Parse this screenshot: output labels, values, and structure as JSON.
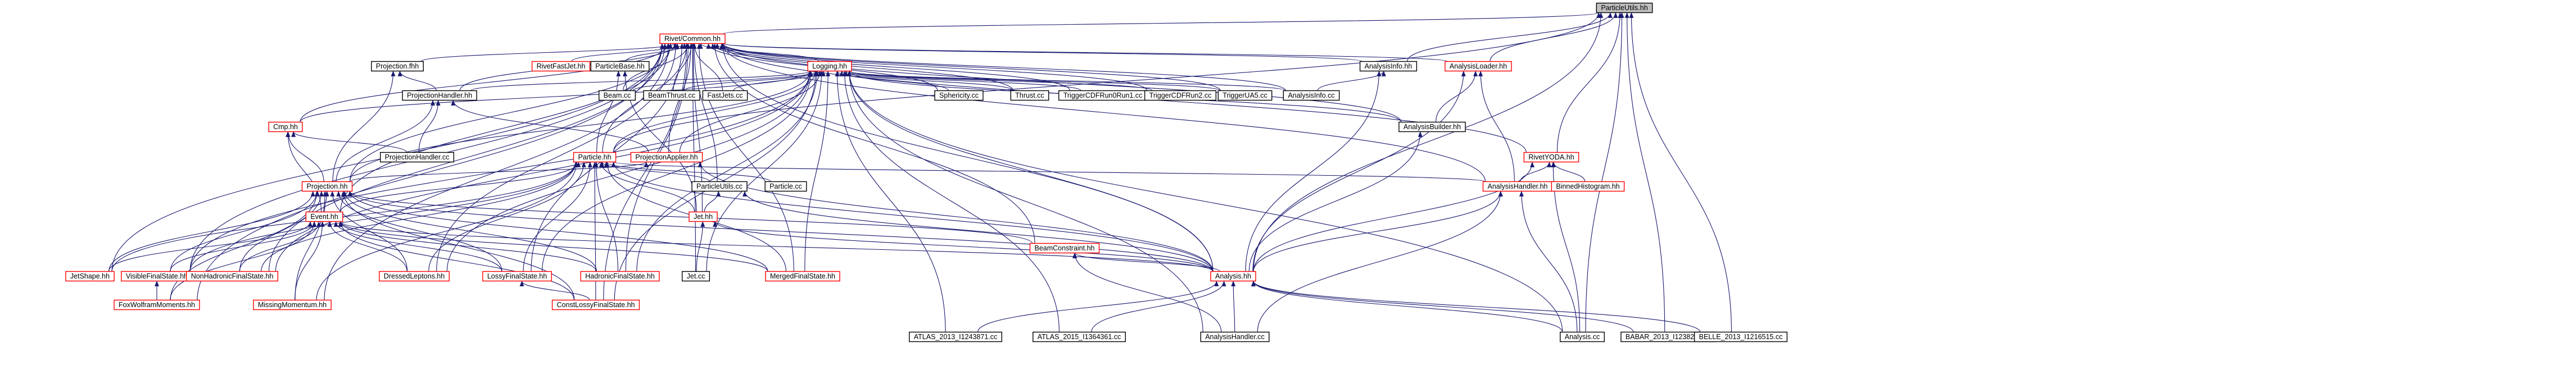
{
  "diagram": {
    "type": "include-dependency-graph",
    "colors": {
      "edge": "#191970",
      "node_border_documented": "#000000",
      "node_border_undocumented": "#ff0000",
      "root_fill": "#bfbfbf",
      "background": "#ffffff"
    },
    "nodes": [
      {
        "id": "ParticleUtils_hh",
        "label": "ParticleUtils.hh",
        "style": "root"
      },
      {
        "id": "RivetCommon_hh",
        "label": "Rivet/Common.hh",
        "style": "red"
      },
      {
        "id": "Projection_fhh",
        "label": "Projection.fhh",
        "style": "black"
      },
      {
        "id": "RivetFastJet_hh",
        "label": "RivetFastJet.hh",
        "style": "red"
      },
      {
        "id": "ParticleBase_hh",
        "label": "ParticleBase.hh",
        "style": "black"
      },
      {
        "id": "Logging_hh",
        "label": "Logging.hh",
        "style": "red"
      },
      {
        "id": "AnalysisInfo_hh",
        "label": "AnalysisInfo.hh",
        "style": "black"
      },
      {
        "id": "AnalysisLoader_hh",
        "label": "AnalysisLoader.hh",
        "style": "red"
      },
      {
        "id": "Cmp_hh",
        "label": "Cmp.hh",
        "style": "red"
      },
      {
        "id": "ProjectionHandler_hh",
        "label": "ProjectionHandler.hh",
        "style": "black"
      },
      {
        "id": "Beam_cc",
        "label": "Beam.cc",
        "style": "black"
      },
      {
        "id": "BeamThrust_cc",
        "label": "BeamThrust.cc",
        "style": "black"
      },
      {
        "id": "FastJets_cc",
        "label": "FastJets.cc",
        "style": "black"
      },
      {
        "id": "Sphericity_cc",
        "label": "Sphericity.cc",
        "style": "black"
      },
      {
        "id": "Thrust_cc",
        "label": "Thrust.cc",
        "style": "black"
      },
      {
        "id": "TriggerCDFRun0Run1_cc",
        "label": "TriggerCDFRun0Run1.cc",
        "style": "black"
      },
      {
        "id": "TriggerCDFRun2_cc",
        "label": "TriggerCDFRun2.cc",
        "style": "black"
      },
      {
        "id": "TriggerUA5_cc",
        "label": "TriggerUA5.cc",
        "style": "black"
      },
      {
        "id": "AnalysisInfo_cc",
        "label": "AnalysisInfo.cc",
        "style": "black"
      },
      {
        "id": "AnalysisBuilder_hh",
        "label": "AnalysisBuilder.hh",
        "style": "black"
      },
      {
        "id": "RivetYODA_hh",
        "label": "RivetYODA.hh",
        "style": "red"
      },
      {
        "id": "ProjectionHandler_cc",
        "label": "ProjectionHandler.cc",
        "style": "black"
      },
      {
        "id": "Particle_hh",
        "label": "Particle.hh",
        "style": "red"
      },
      {
        "id": "ProjectionApplier_hh",
        "label": "ProjectionApplier.hh",
        "style": "red"
      },
      {
        "id": "ParticleUtils_cc",
        "label": "ParticleUtils.cc",
        "style": "black"
      },
      {
        "id": "Particle_cc",
        "label": "Particle.cc",
        "style": "black"
      },
      {
        "id": "AnalysisHandler_hh",
        "label": "AnalysisHandler.hh",
        "style": "red"
      },
      {
        "id": "BinnedHistogram_hh",
        "label": "BinnedHistogram.hh",
        "style": "red"
      },
      {
        "id": "Projection_hh",
        "label": "Projection.hh",
        "style": "red"
      },
      {
        "id": "Event_hh",
        "label": "Event.hh",
        "style": "red"
      },
      {
        "id": "Jet_hh",
        "label": "Jet.hh",
        "style": "red"
      },
      {
        "id": "BeamConstraint_hh",
        "label": "BeamConstraint.hh",
        "style": "red"
      },
      {
        "id": "JetShape_hh",
        "label": "JetShape.hh",
        "style": "red"
      },
      {
        "id": "VisibleFinalState_hh",
        "label": "VisibleFinalState.hh",
        "style": "red"
      },
      {
        "id": "NonHadronicFinalState_hh",
        "label": "NonHadronicFinalState.hh",
        "style": "red"
      },
      {
        "id": "DressedLeptons_hh",
        "label": "DressedLeptons.hh",
        "style": "red"
      },
      {
        "id": "LossyFinalState_hh",
        "label": "LossyFinalState.hh",
        "style": "red"
      },
      {
        "id": "HadronicFinalState_hh",
        "label": "HadronicFinalState.hh",
        "style": "red"
      },
      {
        "id": "Jet_cc",
        "label": "Jet.cc",
        "style": "black"
      },
      {
        "id": "MergedFinalState_hh",
        "label": "MergedFinalState.hh",
        "style": "red"
      },
      {
        "id": "Analysis_hh",
        "label": "Analysis.hh",
        "style": "red"
      },
      {
        "id": "FoxWolframMoments_hh",
        "label": "FoxWolframMoments.hh",
        "style": "red"
      },
      {
        "id": "MissingMomentum_hh",
        "label": "MissingMomentum.hh",
        "style": "red"
      },
      {
        "id": "ConstLossyFinalState_hh",
        "label": "ConstLossyFinalState.hh",
        "style": "red"
      },
      {
        "id": "ATLAS_2013_I1243871_cc",
        "label": "ATLAS_2013_I1243871.cc",
        "style": "black"
      },
      {
        "id": "ATLAS_2015_I1364361_cc",
        "label": "ATLAS_2015_I1364361.cc",
        "style": "black"
      },
      {
        "id": "AnalysisHandler_cc",
        "label": "AnalysisHandler.cc",
        "style": "black"
      },
      {
        "id": "Analysis_cc",
        "label": "Analysis.cc",
        "style": "black"
      },
      {
        "id": "BABAR_2013_I1238276_cc",
        "label": "BABAR_2013_I1238276.cc",
        "style": "black"
      },
      {
        "id": "BELLE_2013_I1216515_cc",
        "label": "BELLE_2013_I1216515.cc",
        "style": "black"
      }
    ],
    "edges": [
      [
        "RivetCommon_hh",
        "ParticleUtils_hh"
      ],
      [
        "Particle_hh",
        "ParticleUtils_hh"
      ],
      [
        "Analysis_hh",
        "ParticleUtils_hh"
      ],
      [
        "AnalysisLoader_hh",
        "ParticleUtils_hh"
      ],
      [
        "AnalysisInfo_hh",
        "ParticleUtils_hh"
      ],
      [
        "RivetYODA_hh",
        "ParticleUtils_hh"
      ],
      [
        "Analysis_cc",
        "ParticleUtils_hh"
      ],
      [
        "BABAR_2013_I1238276_cc",
        "ParticleUtils_hh"
      ],
      [
        "BELLE_2013_I1216515_cc",
        "ParticleUtils_hh"
      ],
      [
        "Projection_fhh",
        "RivetCommon_hh"
      ],
      [
        "RivetFastJet_hh",
        "RivetCommon_hh"
      ],
      [
        "ParticleBase_hh",
        "RivetCommon_hh"
      ],
      [
        "Logging_hh",
        "RivetCommon_hh"
      ],
      [
        "AnalysisInfo_hh",
        "RivetCommon_hh"
      ],
      [
        "AnalysisLoader_hh",
        "RivetCommon_hh"
      ],
      [
        "Cmp_hh",
        "RivetCommon_hh"
      ],
      [
        "ProjectionHandler_hh",
        "RivetCommon_hh"
      ],
      [
        "Beam_cc",
        "RivetCommon_hh"
      ],
      [
        "BeamThrust_cc",
        "RivetCommon_hh"
      ],
      [
        "FastJets_cc",
        "RivetCommon_hh"
      ],
      [
        "Sphericity_cc",
        "RivetCommon_hh"
      ],
      [
        "Thrust_cc",
        "RivetCommon_hh"
      ],
      [
        "TriggerCDFRun0Run1_cc",
        "RivetCommon_hh"
      ],
      [
        "TriggerCDFRun2_cc",
        "RivetCommon_hh"
      ],
      [
        "TriggerUA5_cc",
        "RivetCommon_hh"
      ],
      [
        "AnalysisInfo_cc",
        "RivetCommon_hh"
      ],
      [
        "AnalysisBuilder_hh",
        "RivetCommon_hh"
      ],
      [
        "RivetYODA_hh",
        "RivetCommon_hh"
      ],
      [
        "Particle_hh",
        "RivetCommon_hh"
      ],
      [
        "ProjectionApplier_hh",
        "RivetCommon_hh"
      ],
      [
        "Projection_hh",
        "RivetCommon_hh"
      ],
      [
        "Event_hh",
        "RivetCommon_hh"
      ],
      [
        "JetShape_hh",
        "RivetCommon_hh"
      ],
      [
        "VisibleFinalState_hh",
        "RivetCommon_hh"
      ],
      [
        "NonHadronicFinalState_hh",
        "RivetCommon_hh"
      ],
      [
        "DressedLeptons_hh",
        "RivetCommon_hh"
      ],
      [
        "LossyFinalState_hh",
        "RivetCommon_hh"
      ],
      [
        "HadronicFinalState_hh",
        "RivetCommon_hh"
      ],
      [
        "Jet_cc",
        "RivetCommon_hh"
      ],
      [
        "MergedFinalState_hh",
        "RivetCommon_hh"
      ],
      [
        "Analysis_hh",
        "RivetCommon_hh"
      ],
      [
        "FoxWolframMoments_hh",
        "RivetCommon_hh"
      ],
      [
        "MissingMomentum_hh",
        "RivetCommon_hh"
      ],
      [
        "ConstLossyFinalState_hh",
        "RivetCommon_hh"
      ],
      [
        "BeamConstraint_hh",
        "RivetCommon_hh"
      ],
      [
        "Jet_hh",
        "RivetCommon_hh"
      ],
      [
        "ParticleUtils_cc",
        "RivetCommon_hh"
      ],
      [
        "AnalysisHandler_hh",
        "RivetCommon_hh"
      ],
      [
        "Cmp_hh",
        "Logging_hh"
      ],
      [
        "ProjectionHandler_hh",
        "Logging_hh"
      ],
      [
        "Beam_cc",
        "Logging_hh"
      ],
      [
        "BeamThrust_cc",
        "Logging_hh"
      ],
      [
        "FastJets_cc",
        "Logging_hh"
      ],
      [
        "Sphericity_cc",
        "Logging_hh"
      ],
      [
        "Thrust_cc",
        "Logging_hh"
      ],
      [
        "TriggerCDFRun0Run1_cc",
        "Logging_hh"
      ],
      [
        "TriggerCDFRun2_cc",
        "Logging_hh"
      ],
      [
        "TriggerUA5_cc",
        "Logging_hh"
      ],
      [
        "AnalysisInfo_cc",
        "Logging_hh"
      ],
      [
        "AnalysisBuilder_hh",
        "Logging_hh"
      ],
      [
        "Particle_hh",
        "Logging_hh"
      ],
      [
        "ProjectionApplier_hh",
        "Logging_hh"
      ],
      [
        "Projection_hh",
        "Logging_hh"
      ],
      [
        "VisibleFinalState_hh",
        "Logging_hh"
      ],
      [
        "NonHadronicFinalState_hh",
        "Logging_hh"
      ],
      [
        "DressedLeptons_hh",
        "Logging_hh"
      ],
      [
        "LossyFinalState_hh",
        "Logging_hh"
      ],
      [
        "HadronicFinalState_hh",
        "Logging_hh"
      ],
      [
        "Jet_cc",
        "Logging_hh"
      ],
      [
        "MergedFinalState_hh",
        "Logging_hh"
      ],
      [
        "Analysis_hh",
        "Logging_hh"
      ],
      [
        "ConstLossyFinalState_hh",
        "Logging_hh"
      ],
      [
        "ATLAS_2013_I1243871_cc",
        "Logging_hh"
      ],
      [
        "ATLAS_2015_I1364361_cc",
        "Logging_hh"
      ],
      [
        "AnalysisHandler_cc",
        "Logging_hh"
      ],
      [
        "Analysis_cc",
        "Logging_hh"
      ],
      [
        "ProjectionHandler_hh",
        "Projection_fhh"
      ],
      [
        "Projection_hh",
        "Projection_fhh"
      ],
      [
        "Particle_hh",
        "ParticleBase_hh"
      ],
      [
        "Jet_hh",
        "ParticleBase_hh"
      ],
      [
        "ProjectionHandler_cc",
        "Cmp_hh"
      ],
      [
        "Projection_hh",
        "Cmp_hh"
      ],
      [
        "Event_hh",
        "Cmp_hh"
      ],
      [
        "ProjectionHandler_cc",
        "ProjectionHandler_hh"
      ],
      [
        "ProjectionApplier_hh",
        "ProjectionHandler_hh"
      ],
      [
        "Projection_hh",
        "ProjectionHandler_hh"
      ],
      [
        "Analysis_hh",
        "AnalysisInfo_hh"
      ],
      [
        "AnalysisInfo_cc",
        "AnalysisInfo_hh"
      ],
      [
        "AnalysisBuilder_hh",
        "AnalysisLoader_hh"
      ],
      [
        "AnalysisHandler_hh",
        "AnalysisLoader_hh"
      ],
      [
        "Analysis_hh",
        "AnalysisLoader_hh"
      ],
      [
        "Analysis_hh",
        "AnalysisBuilder_hh"
      ],
      [
        "AnalysisHandler_hh",
        "RivetYODA_hh"
      ],
      [
        "BinnedHistogram_hh",
        "RivetYODA_hh"
      ],
      [
        "Analysis_hh",
        "RivetYODA_hh"
      ],
      [
        "Analysis_cc",
        "RivetYODA_hh"
      ],
      [
        "Projection_hh",
        "ProjectionApplier_hh"
      ],
      [
        "Analysis_hh",
        "ProjectionApplier_hh"
      ],
      [
        "ParticleUtils_cc",
        "Particle_hh"
      ],
      [
        "Particle_cc",
        "Particle_hh"
      ],
      [
        "Event_hh",
        "Particle_hh"
      ],
      [
        "Jet_hh",
        "Particle_hh"
      ],
      [
        "JetShape_hh",
        "Particle_hh"
      ],
      [
        "VisibleFinalState_hh",
        "Particle_hh"
      ],
      [
        "NonHadronicFinalState_hh",
        "Particle_hh"
      ],
      [
        "DressedLeptons_hh",
        "Particle_hh"
      ],
      [
        "LossyFinalState_hh",
        "Particle_hh"
      ],
      [
        "HadronicFinalState_hh",
        "Particle_hh"
      ],
      [
        "MergedFinalState_hh",
        "Particle_hh"
      ],
      [
        "Analysis_hh",
        "Particle_hh"
      ],
      [
        "MissingMomentum_hh",
        "Particle_hh"
      ],
      [
        "ConstLossyFinalState_hh",
        "Particle_hh"
      ],
      [
        "AnalysisHandler_hh",
        "Particle_hh"
      ],
      [
        "Jet_hh",
        "ParticleUtils_cc"
      ],
      [
        "Analysis_hh",
        "ParticleUtils_cc"
      ],
      [
        "Event_hh",
        "Projection_hh"
      ],
      [
        "JetShape_hh",
        "Projection_hh"
      ],
      [
        "VisibleFinalState_hh",
        "Projection_hh"
      ],
      [
        "NonHadronicFinalState_hh",
        "Projection_hh"
      ],
      [
        "DressedLeptons_hh",
        "Projection_hh"
      ],
      [
        "LossyFinalState_hh",
        "Projection_hh"
      ],
      [
        "HadronicFinalState_hh",
        "Projection_hh"
      ],
      [
        "MergedFinalState_hh",
        "Projection_hh"
      ],
      [
        "Analysis_hh",
        "Projection_hh"
      ],
      [
        "FoxWolframMoments_hh",
        "Projection_hh"
      ],
      [
        "MissingMomentum_hh",
        "Projection_hh"
      ],
      [
        "ConstLossyFinalState_hh",
        "Projection_hh"
      ],
      [
        "BeamConstraint_hh",
        "Projection_hh"
      ],
      [
        "JetShape_hh",
        "Event_hh"
      ],
      [
        "VisibleFinalState_hh",
        "Event_hh"
      ],
      [
        "NonHadronicFinalState_hh",
        "Event_hh"
      ],
      [
        "DressedLeptons_hh",
        "Event_hh"
      ],
      [
        "LossyFinalState_hh",
        "Event_hh"
      ],
      [
        "HadronicFinalState_hh",
        "Event_hh"
      ],
      [
        "MergedFinalState_hh",
        "Event_hh"
      ],
      [
        "Analysis_hh",
        "Event_hh"
      ],
      [
        "FoxWolframMoments_hh",
        "Event_hh"
      ],
      [
        "MissingMomentum_hh",
        "Event_hh"
      ],
      [
        "ConstLossyFinalState_hh",
        "Event_hh"
      ],
      [
        "Jet_cc",
        "Jet_hh"
      ],
      [
        "Analysis_hh",
        "Jet_hh"
      ],
      [
        "Analysis_hh",
        "BeamConstraint_hh"
      ],
      [
        "AnalysisHandler_cc",
        "BeamConstraint_hh"
      ],
      [
        "FoxWolframMoments_hh",
        "VisibleFinalState_hh"
      ],
      [
        "ConstLossyFinalState_hh",
        "LossyFinalState_hh"
      ],
      [
        "ATLAS_2013_I1243871_cc",
        "Analysis_hh"
      ],
      [
        "ATLAS_2015_I1364361_cc",
        "Analysis_hh"
      ],
      [
        "AnalysisHandler_cc",
        "Analysis_hh"
      ],
      [
        "Analysis_cc",
        "Analysis_hh"
      ],
      [
        "BABAR_2013_I1238276_cc",
        "Analysis_hh"
      ],
      [
        "BELLE_2013_I1216515_cc",
        "Analysis_hh"
      ],
      [
        "Analysis_hh",
        "AnalysisHandler_hh"
      ],
      [
        "AnalysisHandler_cc",
        "AnalysisHandler_hh"
      ],
      [
        "Analysis_cc",
        "AnalysisHandler_hh"
      ]
    ]
  }
}
